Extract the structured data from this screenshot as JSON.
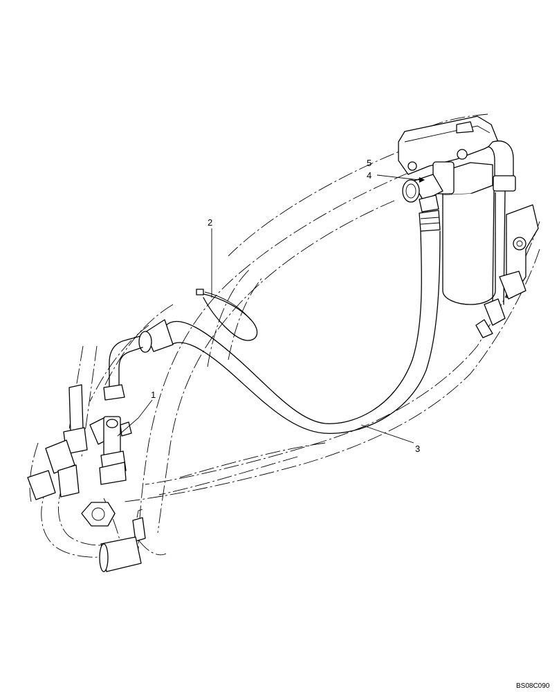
{
  "callouts": [
    {
      "id": "1",
      "label": "1"
    },
    {
      "id": "2",
      "label": "2"
    },
    {
      "id": "3",
      "label": "3"
    },
    {
      "id": "4",
      "label": "4"
    },
    {
      "id": "5",
      "label": "5"
    }
  ],
  "reference_code": "BS08C090"
}
